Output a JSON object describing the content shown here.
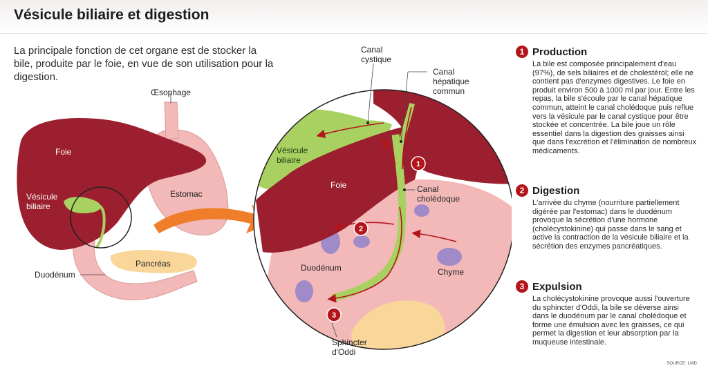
{
  "title": "Vésicule biliaire et digestion",
  "intro": "La principale fonction de cet organe est de stocker la bile, produite par le foie, en vue de son utilisation pour la digestion.",
  "left_labels": {
    "oesophage": "Œsophage",
    "foie": "Foie",
    "vesicule_l1": "Vésicule",
    "vesicule_l2": "biliaire",
    "estomac": "Estomac",
    "pancreas": "Pancréas",
    "duodenum": "Duodénum"
  },
  "zoom_labels": {
    "canal_cystique_l1": "Canal",
    "canal_cystique_l2": "cystique",
    "canal_hep_l1": "Canal",
    "canal_hep_l2": "hépatique",
    "canal_hep_l3": "commun",
    "vesicule_l1": "Vésicule",
    "vesicule_l2": "biliaire",
    "foie": "Foie",
    "canal_chol_l1": "Canal",
    "canal_chol_l2": "cholédoque",
    "duodenum": "Duodénum",
    "chyme": "Chyme",
    "sphincter_l1": "Sphincter",
    "sphincter_l2": "d'Oddi"
  },
  "markers": [
    "1",
    "2",
    "3"
  ],
  "sections": [
    {
      "number": "1",
      "title": "Production",
      "text": "La bile est composée principalement d'eau (97%), de sels biliaires et de cholestérol; elle ne contient pas d'enzymes digestives. Le foie en produit environ 500 à 1000 ml par jour. Entre les repas, la bile s'écoule par le canal hépatique commun, atteint le canal cholédoque puis reflue vers la vésicule par le canal cystique pour être stockée et concentrée. La bile joue un rôle essentiel dans la digestion des graisses ainsi que dans l'excrétion et l'élimination de nombreux médicaments."
    },
    {
      "number": "2",
      "title": "Digestion",
      "text": "L'arrivée du chyme (nourriture partiellement digérée par l'estomac) dans le duodénum provoque la sécrétion d'une hormone (cholécystokinine) qui passe dans le sang et active la contraction de la vésicule biliaire et la sécrétion des enzymes pancréatiques."
    },
    {
      "number": "3",
      "title": "Expulsion",
      "text": "La cholécystokinine provoque aussi l'ouverture du sphincter d'Oddi, la bile se déverse ainsi dans le duodénum par le canal cholédoque et forme une émulsion avec les graisses, ce qui permet la digestion et leur absorption par la muqueuse intestinale."
    }
  ],
  "source": "SOURCE: LMD",
  "colors": {
    "liver": "#9b1f2e",
    "stomach": "#f3b8b8",
    "gallbladder": "#a9d161",
    "pancreas": "#f9d79a",
    "accent": "#b3151b",
    "arrow": "#ef7d2a"
  }
}
